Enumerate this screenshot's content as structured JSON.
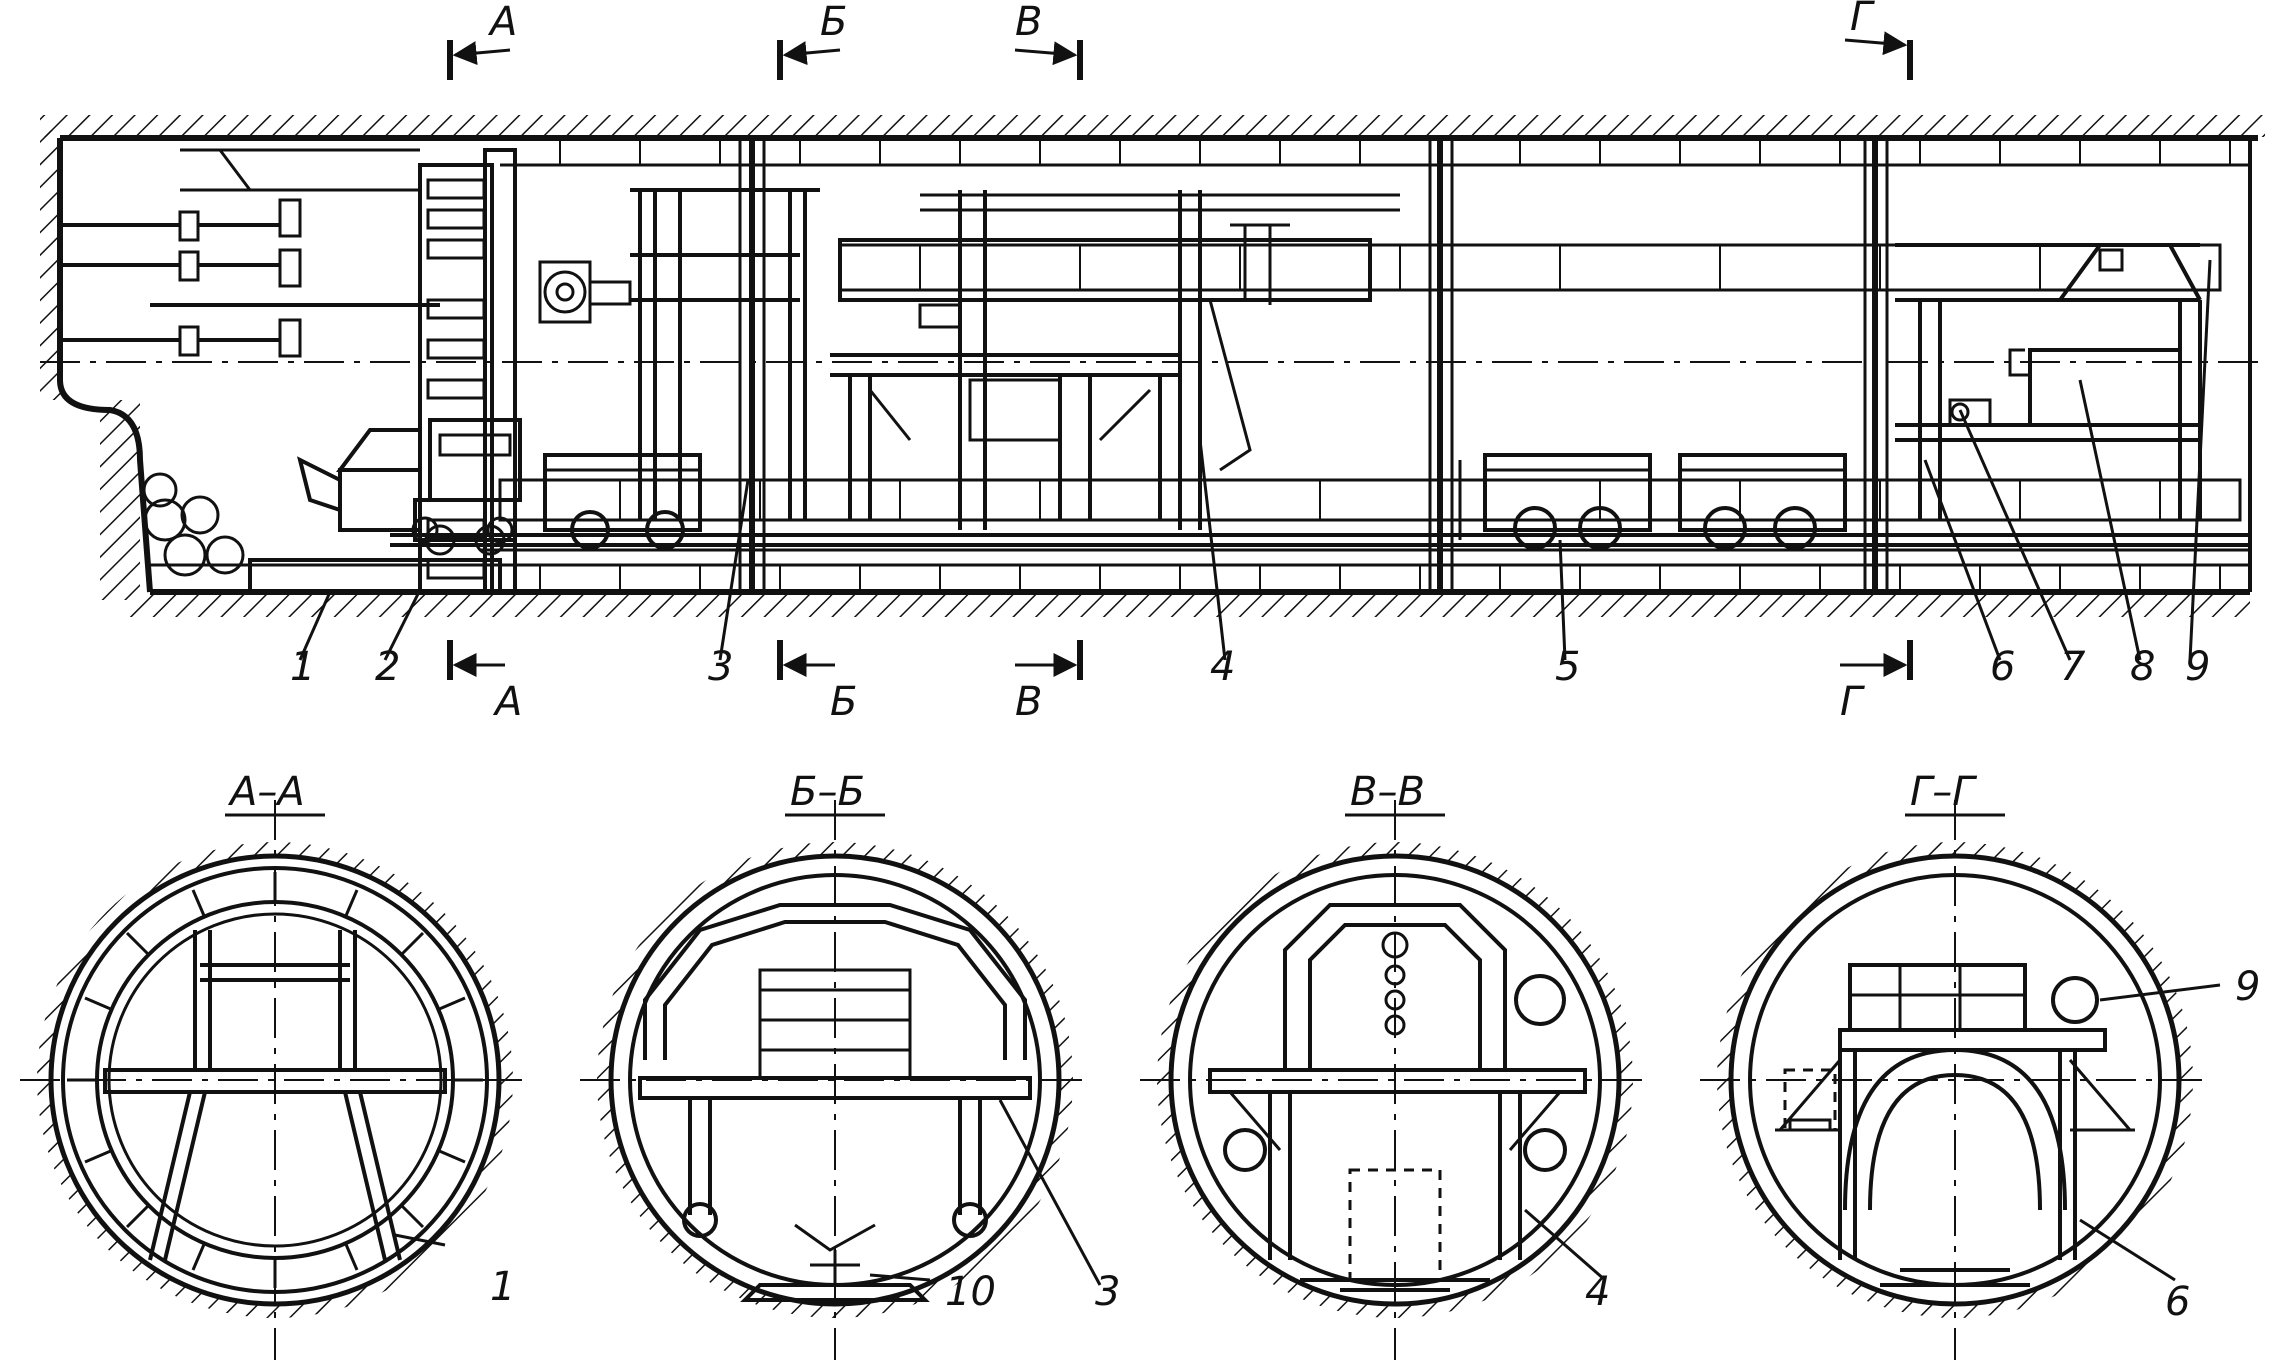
{
  "section_marks": {
    "A": "А",
    "B": "Б",
    "V": "В",
    "G": "Г"
  },
  "callouts": {
    "c1": "1",
    "c2": "2",
    "c3": "3",
    "c4": "4",
    "c5": "5",
    "c6": "6",
    "c7": "7",
    "c8": "8",
    "c9": "9",
    "c10": "10"
  },
  "section_titles": {
    "aa": "А–А",
    "bb": "Б–Б",
    "vv": "В–В",
    "gg": "Г–Г"
  },
  "cross_section_callouts": {
    "aa": "1",
    "bb_a": "10",
    "bb_b": "3",
    "vv": "4",
    "gg_a": "9",
    "gg_b": "6"
  }
}
